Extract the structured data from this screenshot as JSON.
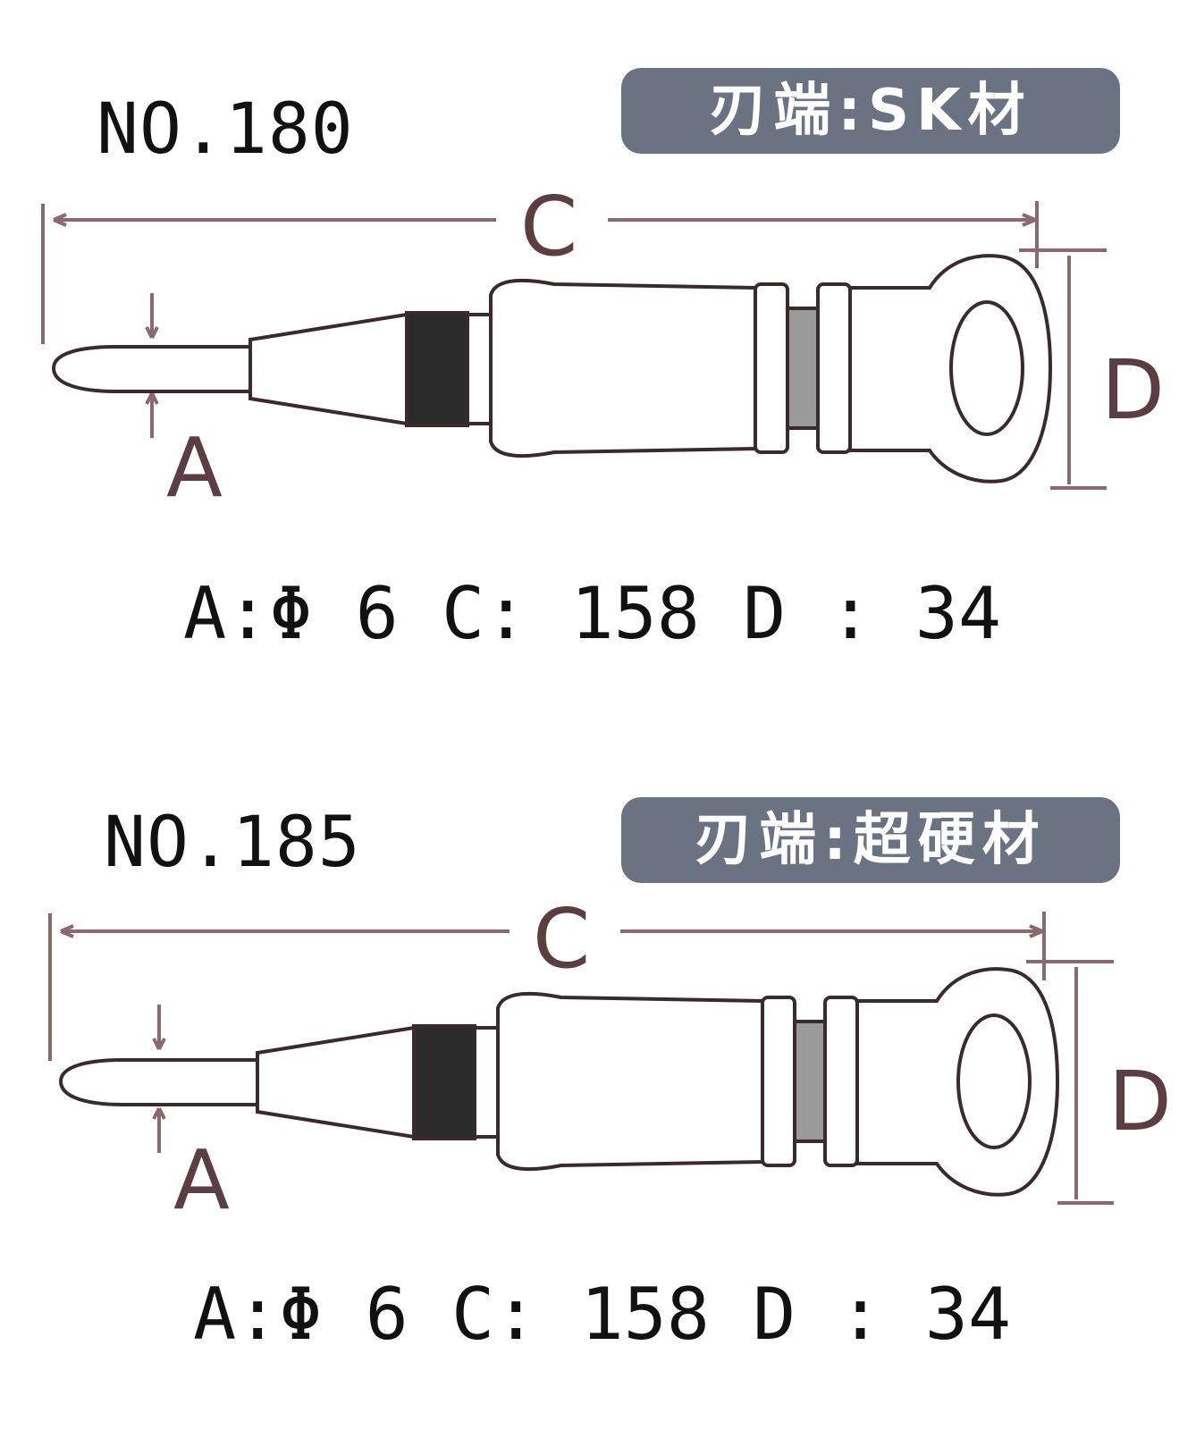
{
  "items": [
    {
      "model": "NO.180",
      "badge": "刃端:SK材",
      "labels": {
        "c": "C",
        "d": "D",
        "a": "A"
      },
      "specs": "A:Φ 6 C: 158 D : 34"
    },
    {
      "model": "NO.185",
      "badge": "刃端:超硬材",
      "labels": {
        "c": "C",
        "d": "D",
        "a": "A"
      },
      "specs": "A:Φ 6 C: 158 D : 34"
    }
  ],
  "colors": {
    "badge_bg": "#6b7382",
    "dimension_line": "#8a6a70",
    "outline": "#3a2a2e",
    "knurl": "#2b2b2b"
  }
}
